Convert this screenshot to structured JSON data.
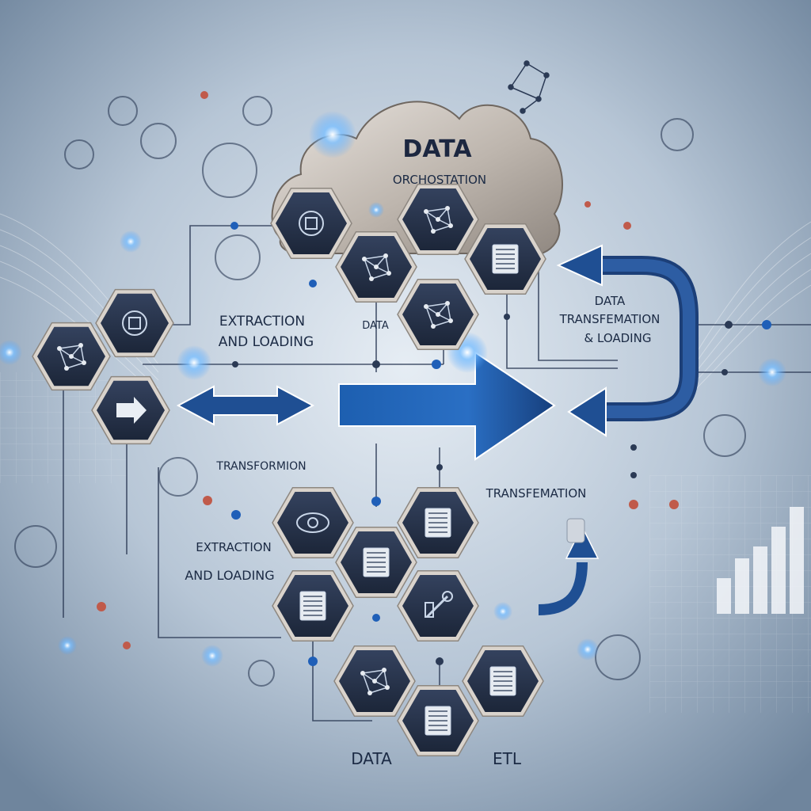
{
  "title": {
    "main": "DATA",
    "sub": "ORCHOSTATION"
  },
  "labels": {
    "extraction_top_line1": "EXTRACTION",
    "extraction_top_line2": "AND LOADING",
    "data_mid": "DATA",
    "transform_right_line1": "DATA",
    "transform_right_line2": "TRANSFEMATION",
    "transform_right_line3": "& LOADING",
    "transformation_left": "TRANSFORMION",
    "transformation_mid": "TRANSFEMATION",
    "extraction_bottom_line1": "EXTRACTION",
    "extraction_bottom_line2": "AND LOADING",
    "data_bottom": "DATA",
    "etl_bottom": "ETL"
  },
  "colors": {
    "background": "#a9b9cc",
    "hex_fill": "#26334d",
    "hex_border": "#d9d3cc",
    "arrow_blue": "#1f4f93",
    "cloud": "#c4bdb6",
    "line": "#2b3a55",
    "glow": "#4da3ff"
  },
  "icons": {
    "hex_cloud_1": "chip-icon",
    "hex_cloud_2": "network-node-icon",
    "hex_cloud_3": "database-list-icon",
    "hex_cloud_4": "network-graph-icon",
    "hex_cloud_5": "node-link-icon",
    "hex_left_1": "gear-network-icon",
    "hex_left_2": "network-graph-icon",
    "hex_left_3": "arrow-right-icon",
    "hex_bottom_1": "eye-icon",
    "hex_bottom_2": "chart-board-icon",
    "hex_bottom_3": "database-list-icon",
    "hex_bottom_4": "server-icon",
    "hex_bottom_5": "tool-icon",
    "hex_bottom_6": "network-graph-icon",
    "hex_bottom_7": "database-stack-icon",
    "hex_bottom_8": "server-stack-icon"
  }
}
